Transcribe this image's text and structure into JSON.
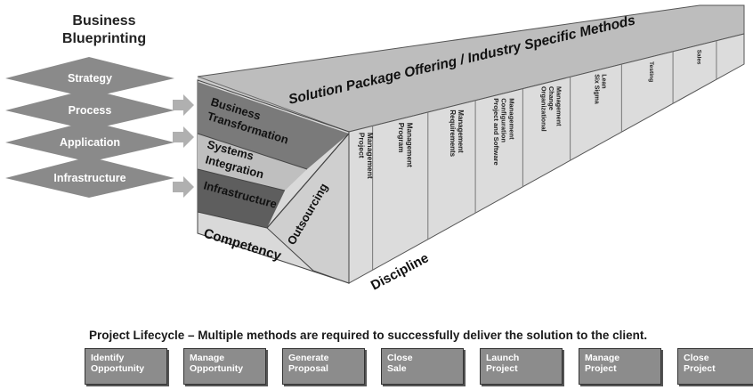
{
  "blueprint": {
    "title_line1": "Business",
    "title_line2": "Blueprinting",
    "layers": [
      "Strategy",
      "Process",
      "Application",
      "Infrastructure"
    ]
  },
  "front_face": {
    "rows": [
      "Business Transformation",
      "Systems Integration",
      "Infrastructure"
    ],
    "row1_line1": "Business",
    "row1_line2": "Transformation",
    "row2_line1": "Systems",
    "row2_line2": "Integration",
    "row3": "Infrastructure",
    "diagonal": "Outsourcing",
    "competency_label": "Competency"
  },
  "top_face": {
    "title": "Solution Package Offering / Industry Specific Methods"
  },
  "discipline": {
    "label": "Discipline",
    "columns": [
      {
        "lines": [
          "Project",
          "Management"
        ]
      },
      {
        "lines": [
          "Program",
          "Management"
        ]
      },
      {
        "lines": [
          "Requirements",
          "Management"
        ]
      },
      {
        "lines": [
          "Project and Software",
          "Configuration",
          "Management"
        ]
      },
      {
        "lines": [
          "Organizational",
          "Change",
          "Management"
        ]
      },
      {
        "lines": [
          "Six Sigma",
          "Lean"
        ]
      },
      {
        "lines": [
          "Testing"
        ]
      },
      {
        "lines": [
          "Sales"
        ]
      }
    ]
  },
  "lifecycle": {
    "title": "Project Lifecycle – Multiple methods are required to successfully deliver the solution to the client.",
    "stages": [
      {
        "line1": "Identify",
        "line2": "Opportunity"
      },
      {
        "line1": "Manage",
        "line2": "Opportunity"
      },
      {
        "line1": "Generate",
        "line2": "Proposal"
      },
      {
        "line1": "Close",
        "line2": "Sale"
      },
      {
        "line1": "Launch",
        "line2": "Project"
      },
      {
        "line1": "Manage",
        "line2": "Project"
      },
      {
        "line1": "Close",
        "line2": "Project"
      }
    ]
  },
  "colors": {
    "diamond": "#8a8a8a",
    "arrow": "#b0b0b0",
    "top_face": "#bdbdbd",
    "side_face": "#dcdcdc",
    "row_transformation": "#7a7a7a",
    "row_integration": "#bfbfbf",
    "row_infrastructure": "#5e5e5e",
    "outsourcing": "#cfcfcf",
    "stage_box": "#8c8c8c"
  }
}
